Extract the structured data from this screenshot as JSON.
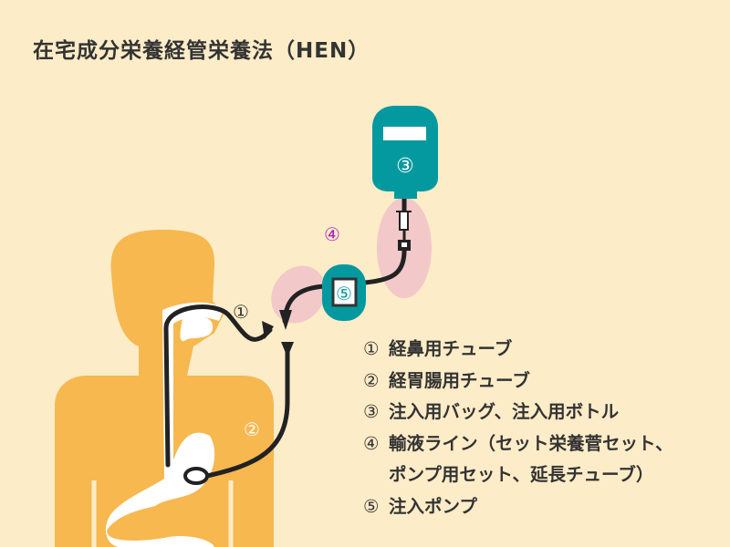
{
  "title": "在宅成分栄養経管栄養法（HEN）",
  "markers": {
    "m1": "①",
    "m2": "②",
    "m3": "③",
    "m4": "④",
    "m5": "⑤"
  },
  "legend": [
    {
      "num": "①",
      "text": "経鼻用チューブ"
    },
    {
      "num": "②",
      "text": "経胃腸用チューブ"
    },
    {
      "num": "③",
      "text": "注入用バッグ、注入用ボトル"
    },
    {
      "num": "④",
      "text": "輸液ライン（セット栄養菅セット、",
      "text2": "ポンプ用セット、延長チューブ）"
    },
    {
      "num": "⑤",
      "text": "注入ポンプ"
    }
  ],
  "colors": {
    "background": "#fdecc8",
    "body": "#f6b84f",
    "device": "#04999f",
    "highlight": "#f2c8c8",
    "tube": "#222222",
    "accent4": "#b020c0"
  }
}
